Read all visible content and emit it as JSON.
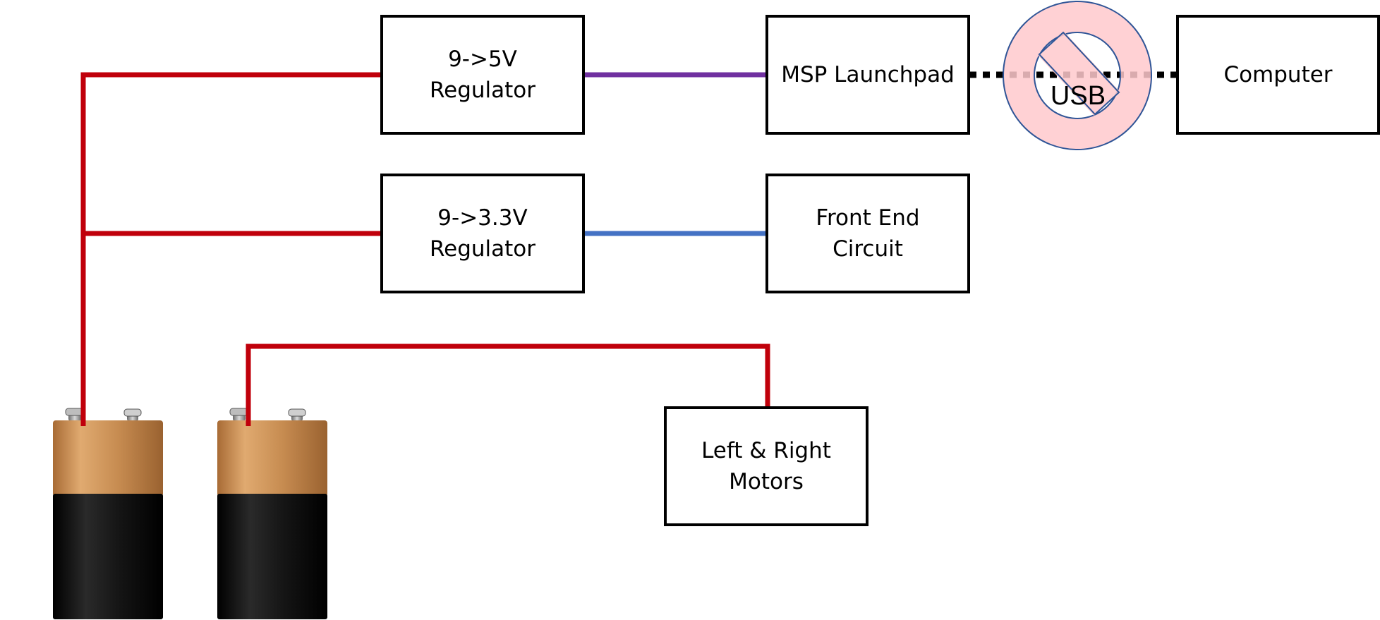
{
  "blocks": {
    "reg5v": {
      "line1": "9->5V",
      "line2": "Regulator"
    },
    "reg33v": {
      "line1": "9->3.3V",
      "line2": "Regulator"
    },
    "msp": {
      "label": "MSP Launchpad"
    },
    "computer": {
      "label": "Computer"
    },
    "frontend": {
      "line1": "Front End",
      "line2": "Circuit"
    },
    "motors": {
      "line1": "Left & Right",
      "line2": "Motors"
    }
  },
  "usb": {
    "label": "USB",
    "status": "prohibited"
  },
  "colors": {
    "power_wire": "#c0000b",
    "wire_5v": "#7030a0",
    "wire_33v": "#4472c4",
    "usb_link": "#000000",
    "prohibit_fill": "#ffc9cc",
    "prohibit_stroke": "#2f5597",
    "battery_copper": "#c68b50",
    "battery_body": "#111111"
  },
  "icons": [
    "battery-9v-icon",
    "battery-9v-icon",
    "no-symbol-icon"
  ]
}
